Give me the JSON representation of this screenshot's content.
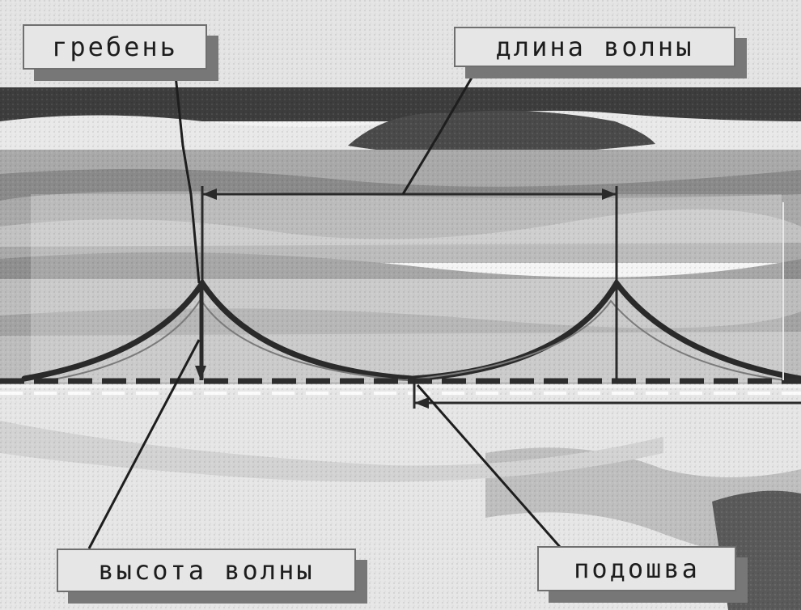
{
  "labels": {
    "crest": "гребень",
    "wavelength": "длина волны",
    "wave_height": "высота волны",
    "trough": "подошва"
  },
  "colors": {
    "sky": "#d8d8d8",
    "sea_dark": "#3b3b3b",
    "sea_mid": "#8d8d8d",
    "sea_light": "#c9c9c9",
    "foam": "#f4f4f4",
    "ink": "#222222",
    "label_bg": "#e6e6e6",
    "label_shadow": "#777777"
  }
}
